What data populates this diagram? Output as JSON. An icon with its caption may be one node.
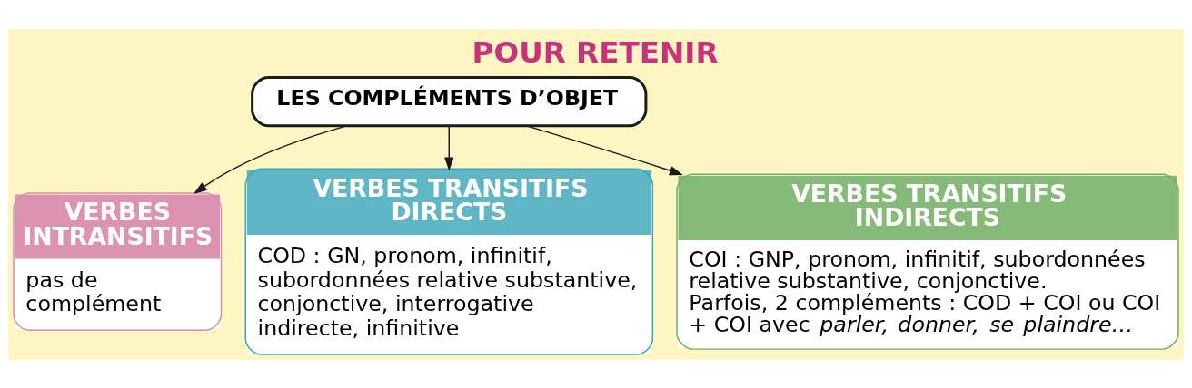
{
  "diagram": {
    "title": "POUR RETENIR",
    "nodes": [
      {
        "text": [
          "LES COMPLÉMENTS D’OBJET"
        ]
      },
      {
        "text": [
          "VERBES INTRANSITIFS",
          "pas de complément"
        ]
      },
      {
        "text": [
          "VERBES TRANSITIFS DIRECTS",
          "COD : GN, pronom, infinitif, subordonnées relative substantive, conjonctive, interrogative indirecte, infinitive"
        ]
      },
      {
        "text": [
          "VERBES TRANSITIFS INDIRECTS",
          "COI : GNP, pronom, infinitif, subordonnées relative substantive, conjonctive. Parfois, 2 compléments : COD + COI ou COI + COI avec *parler, donner, se plaindre…*"
        ]
      }
    ],
    "edges": [
      {
        "from": 0,
        "to": 1,
        "arrow": "to"
      },
      {
        "from": 0,
        "to": 2,
        "arrow": "to"
      },
      {
        "from": 0,
        "to": 3,
        "arrow": "to"
      }
    ]
  }
}
